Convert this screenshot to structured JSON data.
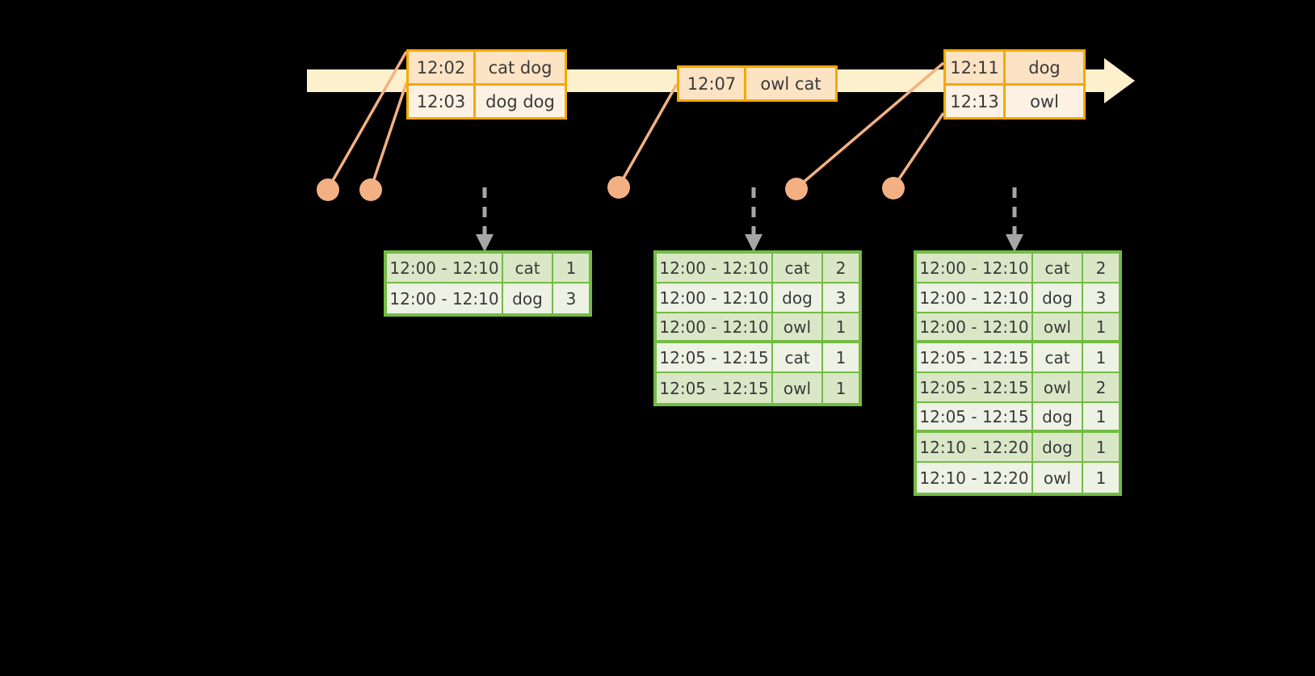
{
  "timeline": {
    "axis_color": "#fdf0cd",
    "box_border_color": "#f5a800",
    "events": [
      {
        "id": "evt-1",
        "rows": [
          {
            "time": "12:02",
            "words": "cat dog"
          },
          {
            "time": "12:03",
            "words": "dog dog"
          }
        ]
      },
      {
        "id": "evt-2",
        "rows": [
          {
            "time": "12:07",
            "words": "owl cat"
          }
        ]
      },
      {
        "id": "evt-3",
        "rows": [
          {
            "time": "12:11",
            "words": "dog"
          },
          {
            "time": "12:13",
            "words": "owl"
          }
        ]
      }
    ]
  },
  "marker_color": "#f3b183",
  "arrow_color": "#a6a6a6",
  "table_border_color": "#74bb44",
  "tables": [
    {
      "id": "table-1",
      "rows": [
        {
          "window": "12:00 - 12:10",
          "key": "cat",
          "count": "1",
          "group": 0
        },
        {
          "window": "12:00 - 12:10",
          "key": "dog",
          "count": "3",
          "group": 0
        }
      ]
    },
    {
      "id": "table-2",
      "rows": [
        {
          "window": "12:00 - 12:10",
          "key": "cat",
          "count": "2",
          "group": 0
        },
        {
          "window": "12:00 - 12:10",
          "key": "dog",
          "count": "3",
          "group": 0
        },
        {
          "window": "12:00 - 12:10",
          "key": "owl",
          "count": "1",
          "group": 0
        },
        {
          "window": "12:05 - 12:15",
          "key": "cat",
          "count": "1",
          "group": 1
        },
        {
          "window": "12:05 - 12:15",
          "key": "owl",
          "count": "1",
          "group": 1
        }
      ]
    },
    {
      "id": "table-3",
      "rows": [
        {
          "window": "12:00 - 12:10",
          "key": "cat",
          "count": "2",
          "group": 0
        },
        {
          "window": "12:00 - 12:10",
          "key": "dog",
          "count": "3",
          "group": 0
        },
        {
          "window": "12:00 - 12:10",
          "key": "owl",
          "count": "1",
          "group": 0
        },
        {
          "window": "12:05 - 12:15",
          "key": "cat",
          "count": "1",
          "group": 1
        },
        {
          "window": "12:05 - 12:15",
          "key": "owl",
          "count": "2",
          "group": 1
        },
        {
          "window": "12:05 - 12:15",
          "key": "dog",
          "count": "1",
          "group": 1
        },
        {
          "window": "12:10 - 12:20",
          "key": "dog",
          "count": "1",
          "group": 2
        },
        {
          "window": "12:10 - 12:20",
          "key": "owl",
          "count": "1",
          "group": 2
        }
      ]
    }
  ]
}
